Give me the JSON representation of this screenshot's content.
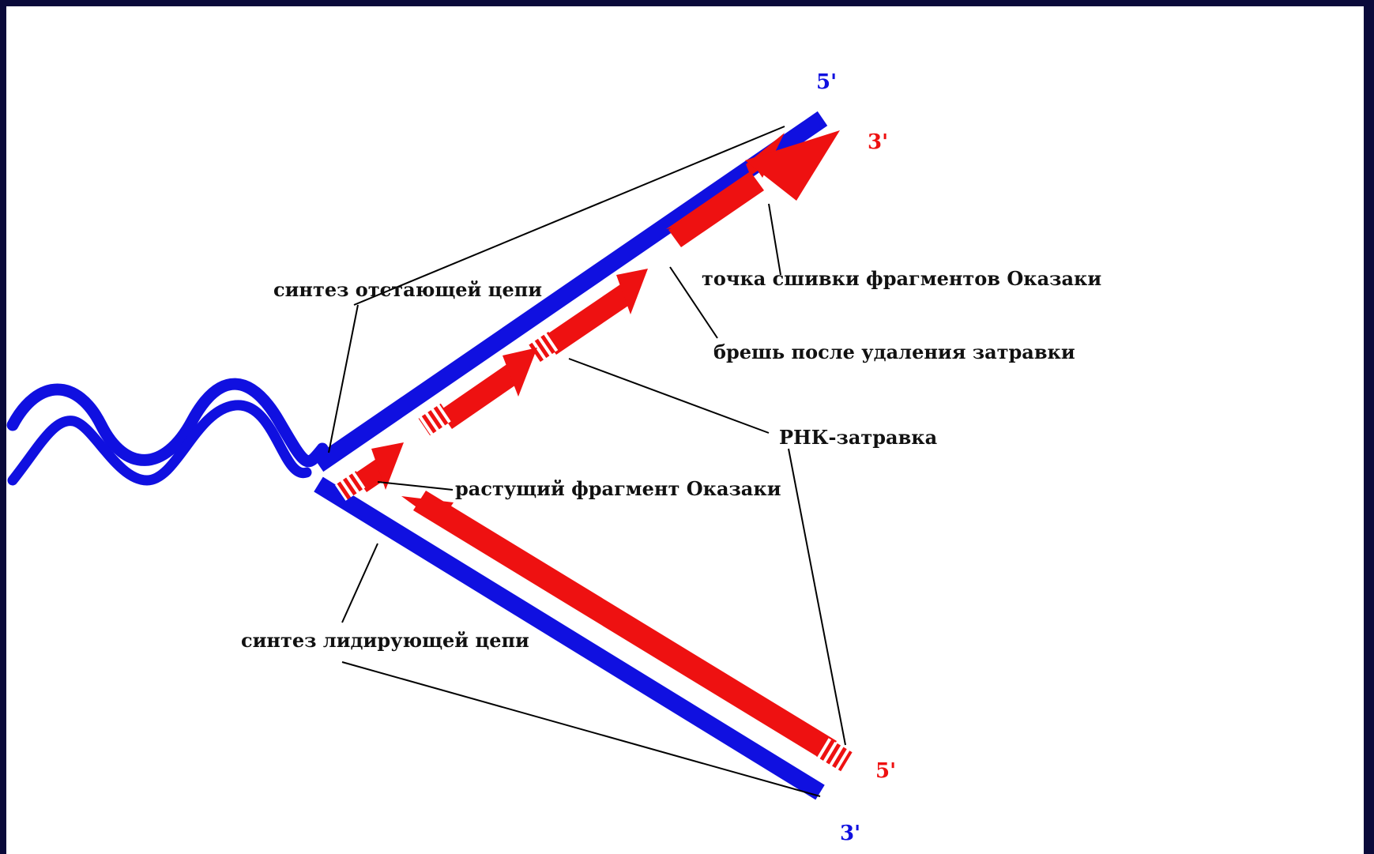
{
  "labels": {
    "lagging_synthesis": "синтез  отстающей цепи",
    "leading_synthesis": "синтез лидирующей цепи",
    "ligation_point": "точка сшивки фрагментов Оказаки",
    "primer_gap": "брешь после удаления затравки",
    "rna_primer": "РНК-затравка",
    "growing_fragment": "растущий фрагмент Оказаки"
  },
  "strand_ends": {
    "upper_template_end": "5'",
    "upper_new_end": "3'",
    "lower_new_end": "5'",
    "lower_template_end": "3'"
  },
  "colors": {
    "template_dna": "#1010e0",
    "new_strand": "#ee1111",
    "background_border": "#0a0a3a"
  },
  "icons": {
    "okazaki_fragment": "red-arrow",
    "rna_primer": "red-striped-segment"
  }
}
